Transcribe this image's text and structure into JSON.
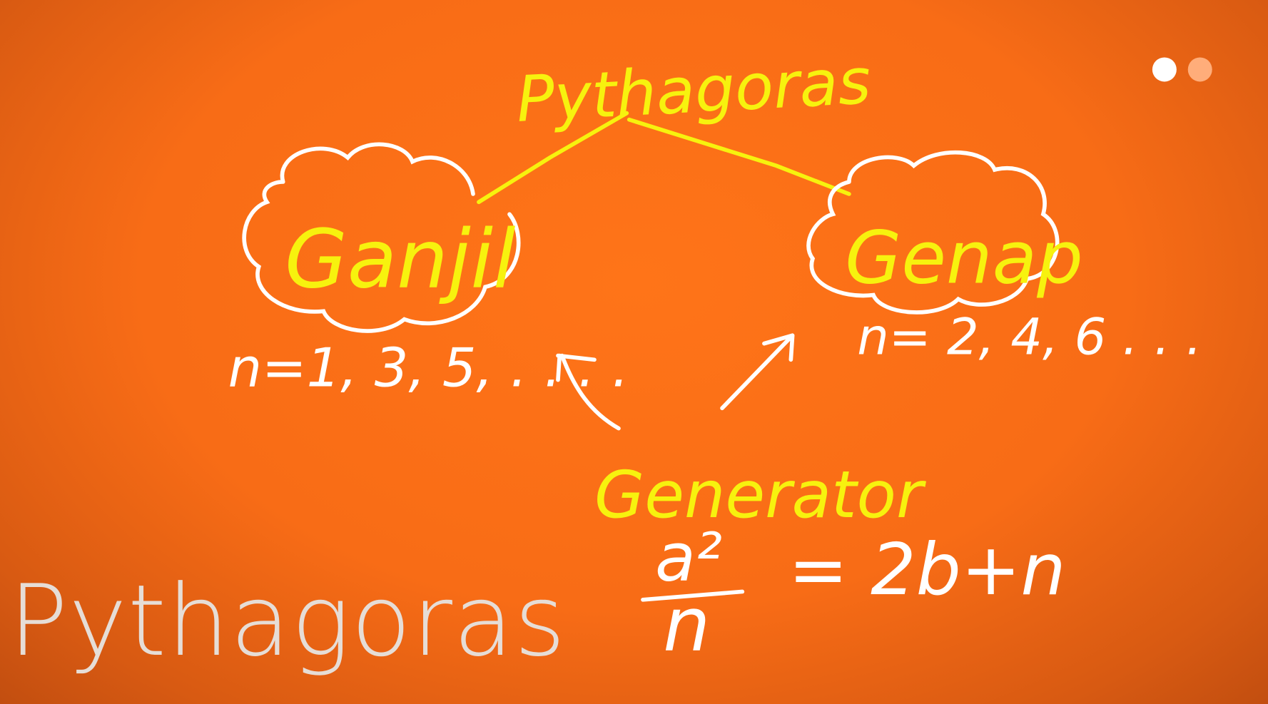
{
  "slide": {
    "title": "Pythagoras",
    "diagram": {
      "top_label": "Pythagoras",
      "left_cloud": "Ganjil",
      "right_cloud": "Genap",
      "left_sequence": "n=1, 3, 5, . . . .",
      "right_sequence": "n= 2, 4, 6 . . .",
      "generator_label": "Generator",
      "formula_numerator": "a²",
      "formula_denominator": "n",
      "formula_rhs": "= 2b+n"
    },
    "pagination": {
      "count": 2,
      "active": 1
    },
    "colors": {
      "background": "#f86c16",
      "yellow": "#f7f20e",
      "white": "#ffffff",
      "title": "#e6ddd6"
    }
  }
}
